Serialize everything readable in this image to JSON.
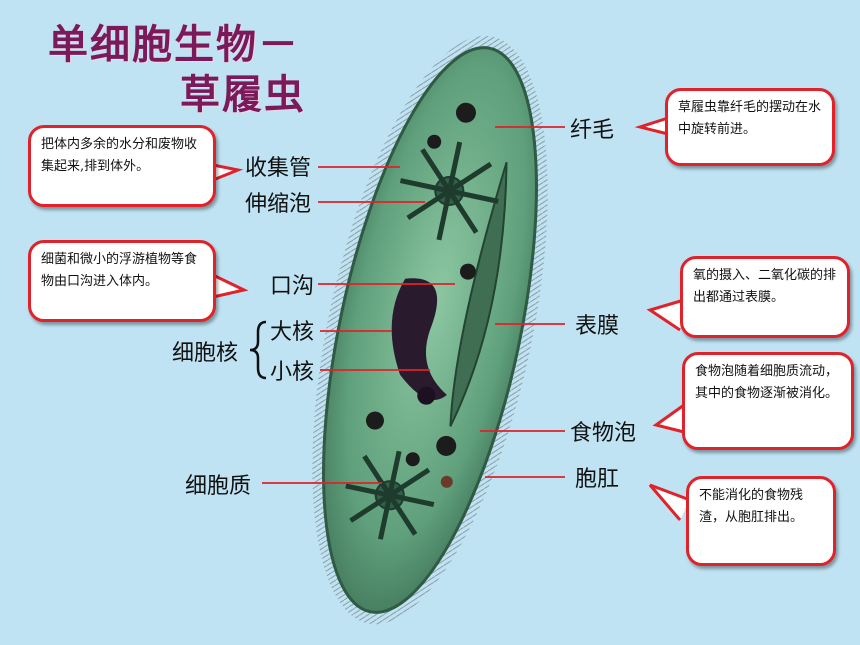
{
  "title": {
    "line1": "单细胞生物－",
    "line2": "草履虫"
  },
  "labels": {
    "xianmao": "纤毛",
    "shoujiguan": "收集管",
    "shensuopao": "伸缩泡",
    "kougou": "口沟",
    "biaomo": "表膜",
    "xibaohe": "细胞核",
    "dahe": "大核",
    "xiaohe": "小核",
    "shiwupao": "食物泡",
    "baogang": "胞肛",
    "xibaozhi": "细胞质"
  },
  "callouts": {
    "xianmao": "草履虫靠纤毛的摆动在水中旋转前进。",
    "shoujiguan": "把体内多余的水分和废物收集起来,排到体外。",
    "kougou": "细菌和微小的浮游植物等食物由口沟进入体内。",
    "biaomo": "氧的摄入、二氧化碳的排出都通过表膜。",
    "shiwupao": "食物泡随着细胞质流动，其中的食物逐渐被消化。",
    "baogang": "不能消化的食物残渣，从胞肛排出。"
  },
  "colors": {
    "title": "#7a1a5a",
    "line": "#e0222a",
    "background": "#bfe3f3",
    "cell": "#6fae86"
  }
}
